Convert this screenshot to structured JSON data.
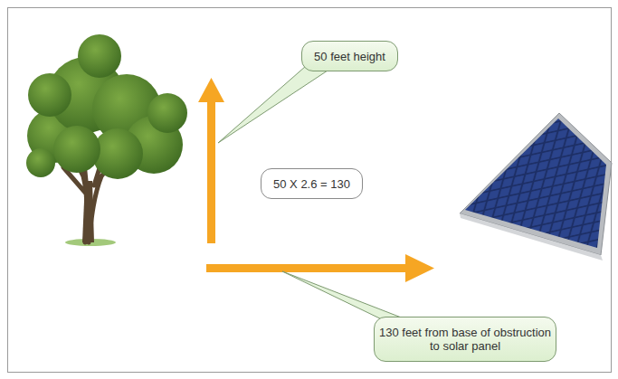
{
  "diagram": {
    "nodes": [
      {
        "text": [
          "50 feet height"
        ]
      },
      {
        "text": [
          "50 X 2.6 = 130"
        ]
      },
      {
        "text": [
          "130 feet from base of obstruction to solar panel"
        ]
      }
    ]
  }
}
